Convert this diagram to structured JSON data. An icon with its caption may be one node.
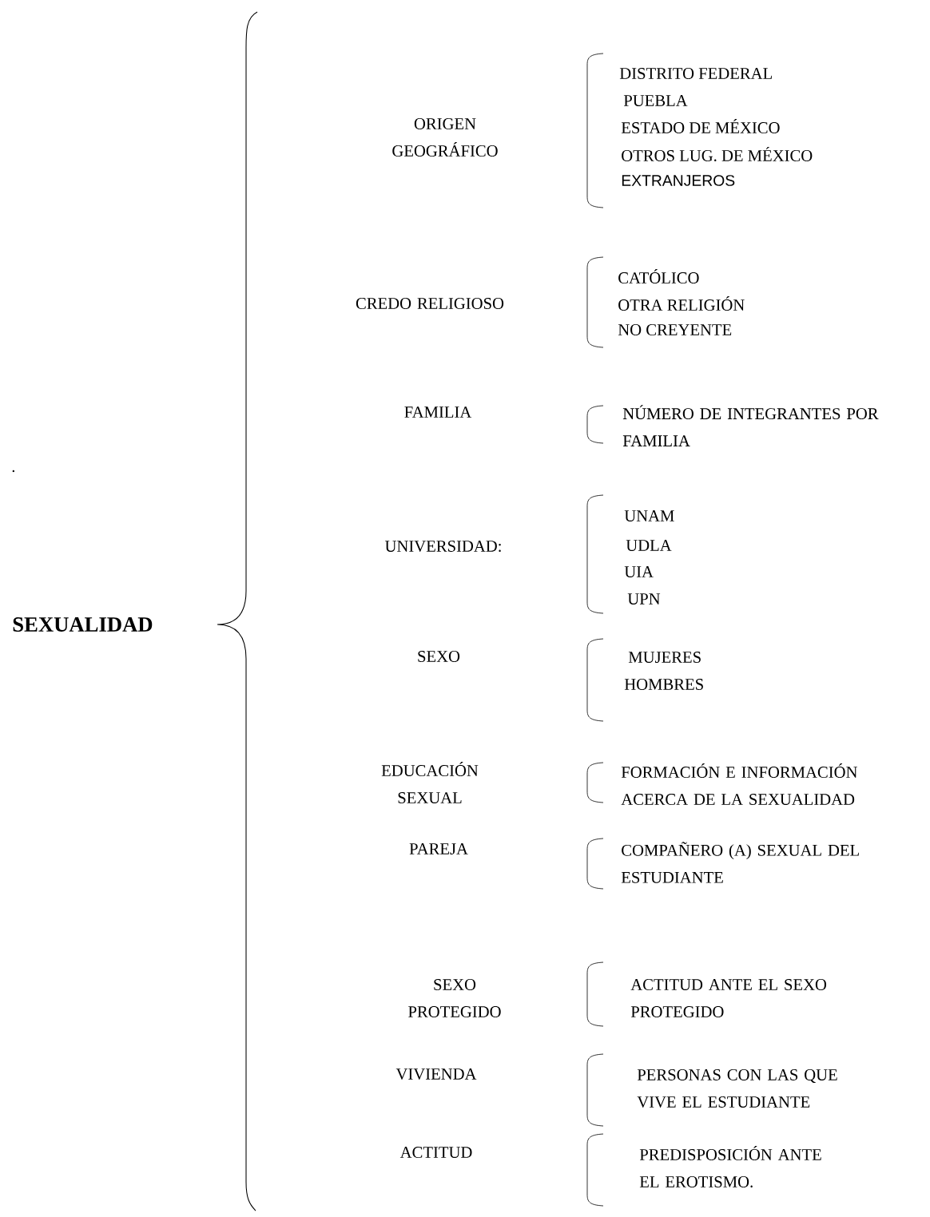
{
  "diagram": {
    "labels": [
      "ORIGEN GEOGRÁFICO",
      "DISTRITO FEDERAL",
      "PUEBLA",
      "ESTADO DE MÉXICO",
      "OTROS LUG. DE MÉXICO",
      "EXTRANJEROS",
      "CREDO RELIGIOSO",
      "CATÓLICO",
      "OTRA RELIGIÓN",
      "NO CREYENTE",
      "FAMILIA",
      "NÚMERO DE INTEGRANTES POR FAMILIA",
      ".",
      "UNIVERSIDAD:",
      "UNAM",
      "UDLA",
      "UIA",
      "UPN",
      "SEXUALIDAD",
      "SEXO",
      "MUJERES",
      "HOMBRES",
      "EDUCACIÓN SEXUAL",
      "FORMACIÓN E INFORMACIÓN ACERCA DE LA SEXUALIDAD",
      "PAREJA",
      "COMPAÑERO (A) SEXUAL DEL ESTUDIANTE",
      "SEXO PROTEGIDO",
      "ACTITUD ANTE EL SEXO PROTEGIDO",
      "VIVIENDA",
      "PERSONAS CON LAS QUE VIVE EL ESTUDIANTE",
      "ACTITUD",
      "PREDISPOSICIÓN ANTE EL EROTISMO."
    ]
  }
}
